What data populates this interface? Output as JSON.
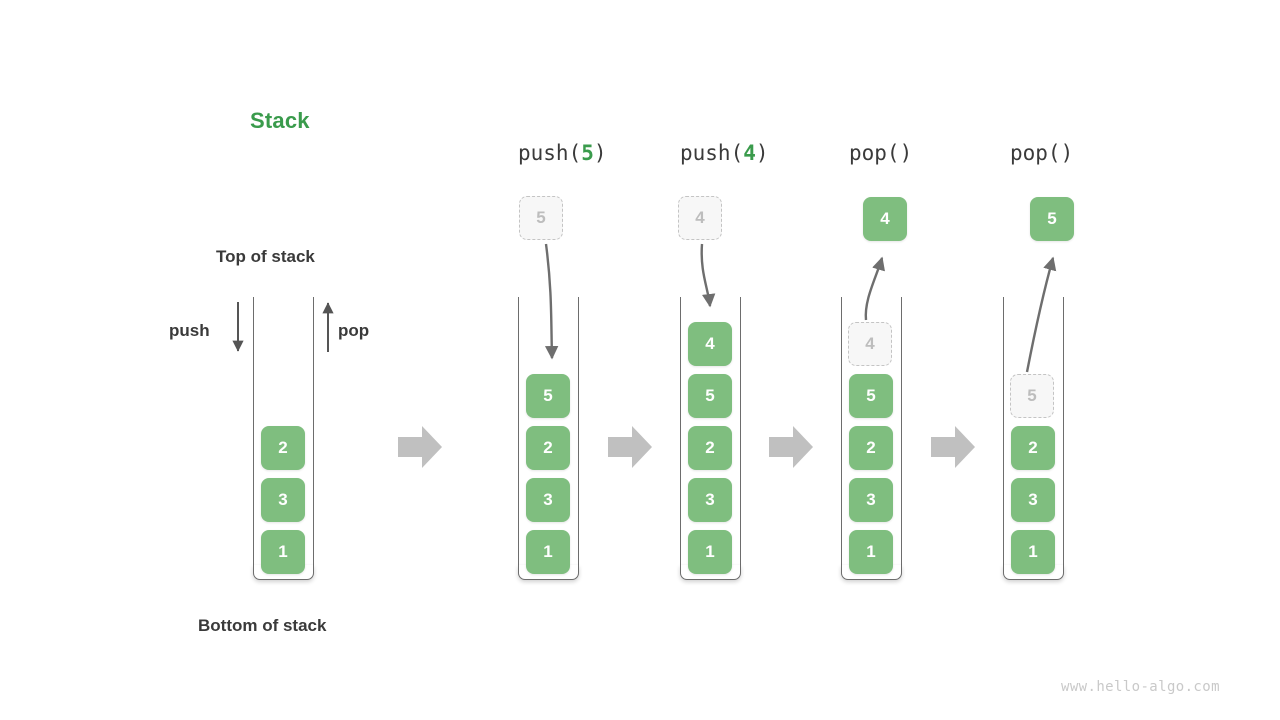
{
  "title": "Stack",
  "labels": {
    "top_of_stack": "Top of stack",
    "bottom_of_stack": "Bottom of stack",
    "push": "push",
    "pop": "pop"
  },
  "watermark": "www.hello-algo.com",
  "colors": {
    "accent_green": "#3a9b4c",
    "box_green": "#7fbe7f",
    "ghost_gray": "#bdbdbd",
    "text_dark": "#3a3a3a",
    "arrow_gray": "#c0c0c0",
    "curve_gray": "#6e6e6e",
    "watermark_gray": "#c9c9c9"
  },
  "panels": [
    {
      "id": "initial",
      "op_prefix": "",
      "op_arg": "",
      "op_suffix": "",
      "stack": [
        "2",
        "3",
        "1"
      ],
      "floating": null,
      "ghost_in_stack": null
    },
    {
      "id": "push-5",
      "op_prefix": "push(",
      "op_arg": "5",
      "op_suffix": ")",
      "stack": [
        "5",
        "2",
        "3",
        "1"
      ],
      "floating": {
        "value": "5",
        "kind": "ghost",
        "direction": "in"
      },
      "ghost_in_stack": null
    },
    {
      "id": "push-4",
      "op_prefix": "push(",
      "op_arg": "4",
      "op_suffix": ")",
      "stack": [
        "4",
        "5",
        "2",
        "3",
        "1"
      ],
      "floating": {
        "value": "4",
        "kind": "ghost",
        "direction": "in"
      },
      "ghost_in_stack": null
    },
    {
      "id": "pop-1",
      "op_prefix": "pop(",
      "op_arg": "",
      "op_suffix": ")",
      "stack": [
        "5",
        "2",
        "3",
        "1"
      ],
      "floating": {
        "value": "4",
        "kind": "solid",
        "direction": "out"
      },
      "ghost_in_stack": {
        "value": "4"
      }
    },
    {
      "id": "pop-2",
      "op_prefix": "pop(",
      "op_arg": "",
      "op_suffix": ")",
      "stack": [
        "2",
        "3",
        "1"
      ],
      "floating": {
        "value": "5",
        "kind": "solid",
        "direction": "out"
      },
      "ghost_in_stack": {
        "value": "5"
      }
    }
  ],
  "step_arrows": 4
}
